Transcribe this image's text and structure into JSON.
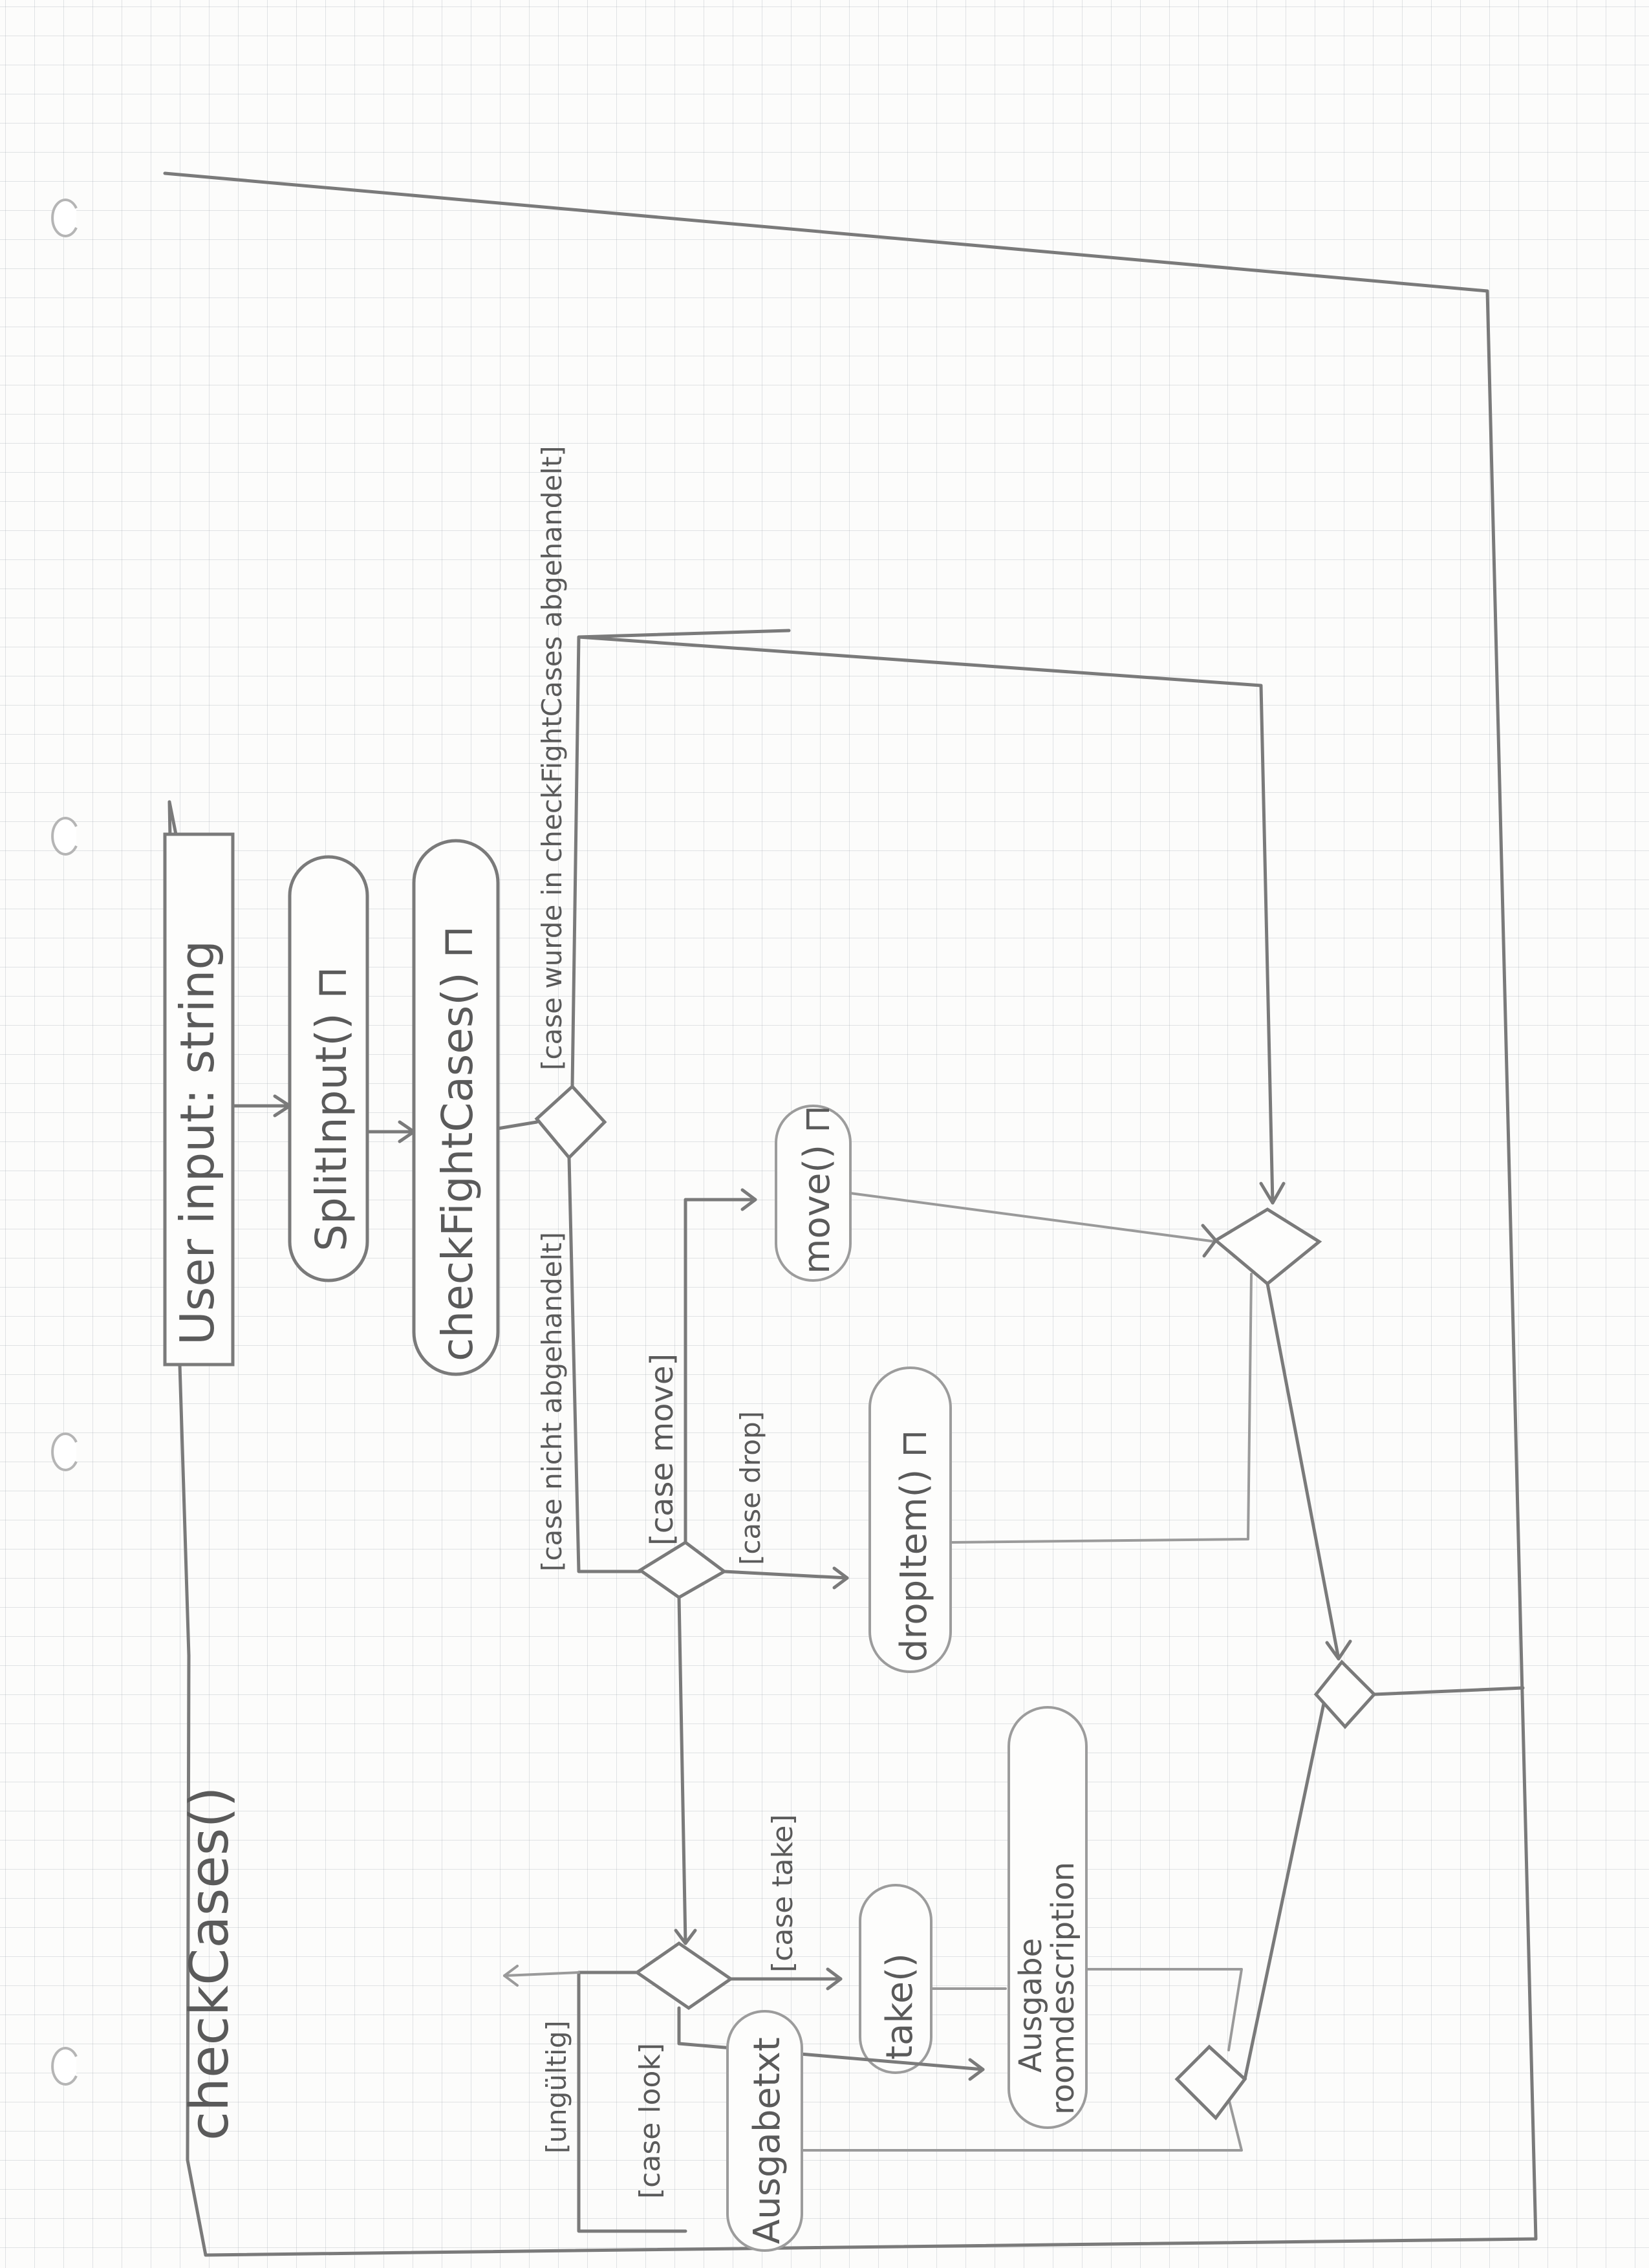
{
  "frame_label": "checkCases()",
  "nodes": {
    "user_input": "User input: string",
    "split_input": "SplitInput() ⊓",
    "check_fight_cases": "checkFightCases() ⊓",
    "move": "move() ⊓",
    "drop_item": "dropItem() ⊓",
    "take": "take()",
    "ausgabe_room": "Ausgabe",
    "ausgabe_room_2": "roomdescription",
    "ausgabetext": "Ausgabetxt"
  },
  "guards": {
    "case_handled": "[case wurde in checkFightCases abgehandelt]",
    "case_not_handled": "[case nicht abgehandelt]",
    "case_move": "[case move]",
    "case_drop": "[case drop]",
    "case_take": "[case take]",
    "case_look": "[case look]",
    "invalid": "[ungültig]"
  }
}
